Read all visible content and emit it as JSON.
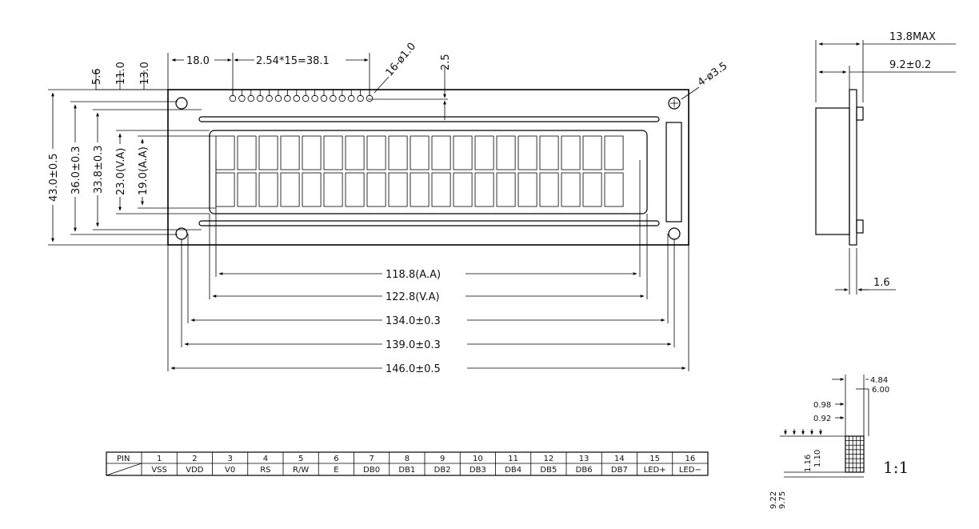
{
  "front_view": {
    "top_dims": {
      "d1": "5.6",
      "d2": "11.0",
      "d3": "13.0",
      "pin_offset": "18.0",
      "pitch": "2.54*15=38.1",
      "pin_holes": "16-ø1.0",
      "pin_height": "2.5",
      "mount_holes": "4-ø3.5"
    },
    "left_dims": [
      "43.0±0.5",
      "36.0±0.3",
      "33.8±0.3",
      "23.0(V.A)",
      "19.0(A.A)"
    ],
    "bottom_dims": [
      "118.8(A.A)",
      "122.8(V.A)",
      "134.0±0.3",
      "139.0±0.3",
      "146.0±0.5"
    ]
  },
  "side_view": {
    "max_thickness": "13.8MAX",
    "body_thickness": "9.2±0.2",
    "pcb_thickness": "1.6"
  },
  "detail_view": {
    "dims_right": [
      "4.84",
      "6.00"
    ],
    "dims_mid": [
      "0.98",
      "0.92"
    ],
    "dims_vert": [
      "1.16",
      "1.10"
    ],
    "dims_bottom": [
      "9.22",
      "9.75"
    ],
    "scale": "1:1"
  },
  "pin_table": {
    "header": "PIN",
    "numbers": [
      "1",
      "2",
      "3",
      "4",
      "5",
      "6",
      "7",
      "8",
      "9",
      "10",
      "11",
      "12",
      "13",
      "14",
      "15",
      "16"
    ],
    "signals": [
      "VSS",
      "VDD",
      "V0",
      "RS",
      "R/W",
      "E",
      "DB0",
      "DB1",
      "DB2",
      "DB3",
      "DB4",
      "DB5",
      "DB6",
      "DB7",
      "LED+",
      "LED−"
    ]
  }
}
